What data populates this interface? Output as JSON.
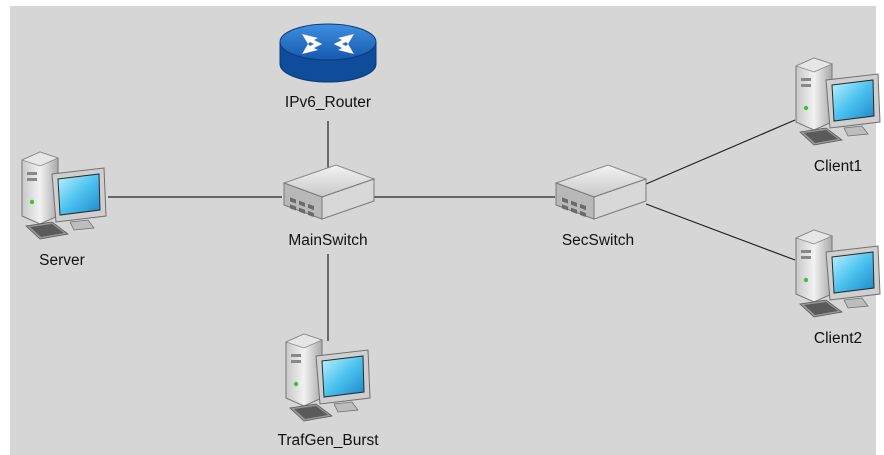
{
  "diagram": {
    "nodes": {
      "router": {
        "label": "IPv6_Router",
        "icon": "router-icon"
      },
      "server": {
        "label": "Server",
        "icon": "computer-icon"
      },
      "main_switch": {
        "label": "MainSwitch",
        "icon": "switch-icon"
      },
      "sec_switch": {
        "label": "SecSwitch",
        "icon": "switch-icon"
      },
      "client1": {
        "label": "Client1",
        "icon": "computer-icon"
      },
      "client2": {
        "label": "Client2",
        "icon": "computer-icon"
      },
      "trafgen": {
        "label": "TrafGen_Burst",
        "icon": "computer-icon"
      }
    },
    "links": [
      [
        "router",
        "main_switch"
      ],
      [
        "server",
        "main_switch"
      ],
      [
        "main_switch",
        "sec_switch"
      ],
      [
        "main_switch",
        "trafgen"
      ],
      [
        "sec_switch",
        "client1"
      ],
      [
        "sec_switch",
        "client2"
      ]
    ],
    "colors": {
      "background": "#d6d6d6",
      "router": "#1b63b8",
      "link": "#222222"
    }
  }
}
